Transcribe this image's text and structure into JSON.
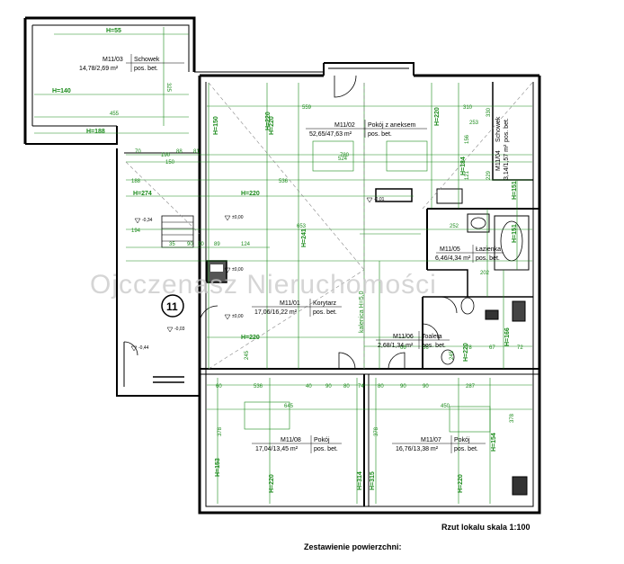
{
  "rooms": [
    {
      "id": "schowek3",
      "number": "M11/03",
      "name": "Schowek",
      "area": "14,78/2,69 m²",
      "finish": "pos. bet."
    },
    {
      "id": "pokoj_aneks",
      "number": "M11/02",
      "name": "Pokój z aneksem",
      "area": "52,65/47,63 m²",
      "finish": "pos. bet."
    },
    {
      "id": "schowek4",
      "number": "M11/04",
      "name": "Schowek",
      "area": "3,14/1,57 m²",
      "finish": "pos. bet."
    },
    {
      "id": "lazienka",
      "number": "M11/05",
      "name": "Łazienka",
      "area": "6,46/4,34 m²",
      "finish": "pos. bet."
    },
    {
      "id": "korytarz",
      "number": "M11/01",
      "name": "Korytarz",
      "area": "17,06/16,22 m²",
      "finish": "pos. bet."
    },
    {
      "id": "toaleta",
      "number": "M11/06",
      "name": "Toaleta",
      "area": "2,68/1,34 m²",
      "finish": "pos. bet."
    },
    {
      "id": "pokoj8",
      "number": "M11/08",
      "name": "Pokój",
      "area": "17,04/13,45 m²",
      "finish": "pos. bet."
    },
    {
      "id": "pokoj7",
      "number": "M11/07",
      "name": "Pokój",
      "area": "16,76/13,38 m²",
      "finish": "pos. bet."
    }
  ],
  "heights": [
    "H=55",
    "H=140",
    "H=188",
    "H=150",
    "H=220",
    "H=220",
    "H=274",
    "H=220",
    "H=241",
    "H=184",
    "H=151",
    "H=151",
    "H=220",
    "H=220",
    "H=166",
    "H=153",
    "H=220",
    "H=314",
    "H=315",
    "H=220",
    "H=154",
    "H=220"
  ],
  "dimensions": [
    "455",
    "325",
    "559",
    "310",
    "524",
    "780",
    "253",
    "536",
    "194",
    "188",
    "190",
    "150",
    "70",
    "88",
    "90",
    "81",
    "35",
    "30",
    "124",
    "89",
    "653",
    "252",
    "202",
    "40",
    "80",
    "90",
    "80",
    "536",
    "645",
    "450",
    "287",
    "78",
    "66",
    "66",
    "72",
    "67",
    "74",
    "60",
    "90",
    "90",
    "245",
    "245",
    "378",
    "378",
    "378",
    "121",
    "156",
    "229",
    "330"
  ],
  "levels": [
    "-0,34",
    "±0,00",
    "±0,00",
    "-0,03",
    "-0,44",
    "±0,00",
    "-0,01"
  ],
  "kitchenette_label": "kalenica H=5,0",
  "unit_number": "11",
  "watermark": "Ojcczenasz Nieruchomości",
  "scale_caption": "Rzut lokalu skala 1:100",
  "summary_title": "Zestawienie powierzchni:"
}
